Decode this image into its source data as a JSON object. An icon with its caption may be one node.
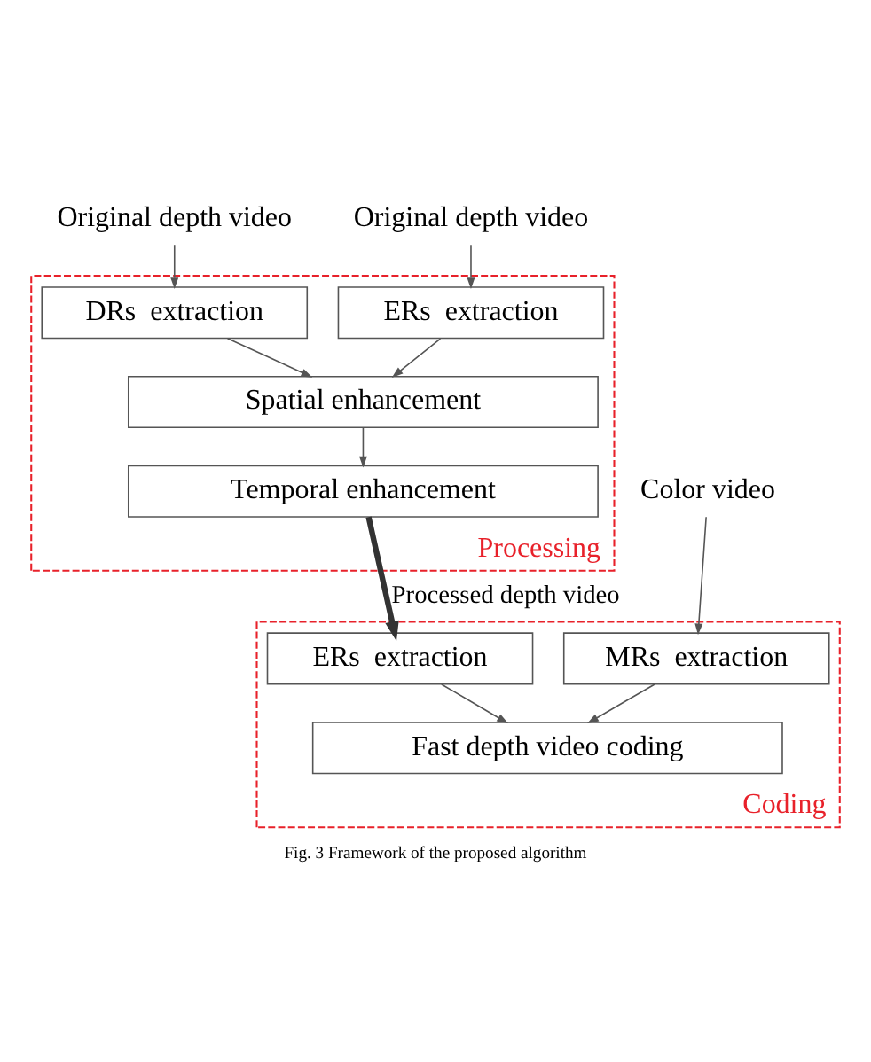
{
  "diagram": {
    "caption": "Fig. 3 Framework of the proposed algorithm",
    "nodes": [
      {
        "text": [
          "Original depth video"
        ]
      },
      {
        "text": [
          "Original depth video"
        ]
      },
      {
        "text": [
          "Processing"
        ]
      },
      {
        "text": [
          "DRs  extraction"
        ],
        "in": 2
      },
      {
        "text": [
          "ERs  extraction"
        ],
        "in": 2
      },
      {
        "text": [
          "Spatial enhancement"
        ],
        "in": 2
      },
      {
        "text": [
          "Temporal enhancement"
        ],
        "in": 2
      },
      {
        "text": [
          "Color video"
        ]
      },
      {
        "text": [
          "Coding"
        ]
      },
      {
        "text": [
          "ERs  extraction"
        ],
        "in": 8
      },
      {
        "text": [
          "MRs  extraction"
        ],
        "in": 8
      },
      {
        "text": [
          "Fast depth video coding"
        ],
        "in": 8
      }
    ],
    "edges": [
      {
        "from": 0,
        "to": 3,
        "arrow": "to"
      },
      {
        "from": 1,
        "to": 4,
        "arrow": "to"
      },
      {
        "from": 3,
        "to": 5,
        "arrow": "to"
      },
      {
        "from": 4,
        "to": 5,
        "arrow": "to"
      },
      {
        "from": 5,
        "to": 6,
        "arrow": "to"
      },
      {
        "from": 6,
        "to": 9,
        "arrow": "to",
        "label": "Processed depth video",
        "style": "thick",
        "color": "#333333"
      },
      {
        "from": 7,
        "to": 10,
        "arrow": "to"
      },
      {
        "from": 9,
        "to": 11,
        "arrow": "to"
      },
      {
        "from": 10,
        "to": 11,
        "arrow": "to"
      }
    ]
  }
}
